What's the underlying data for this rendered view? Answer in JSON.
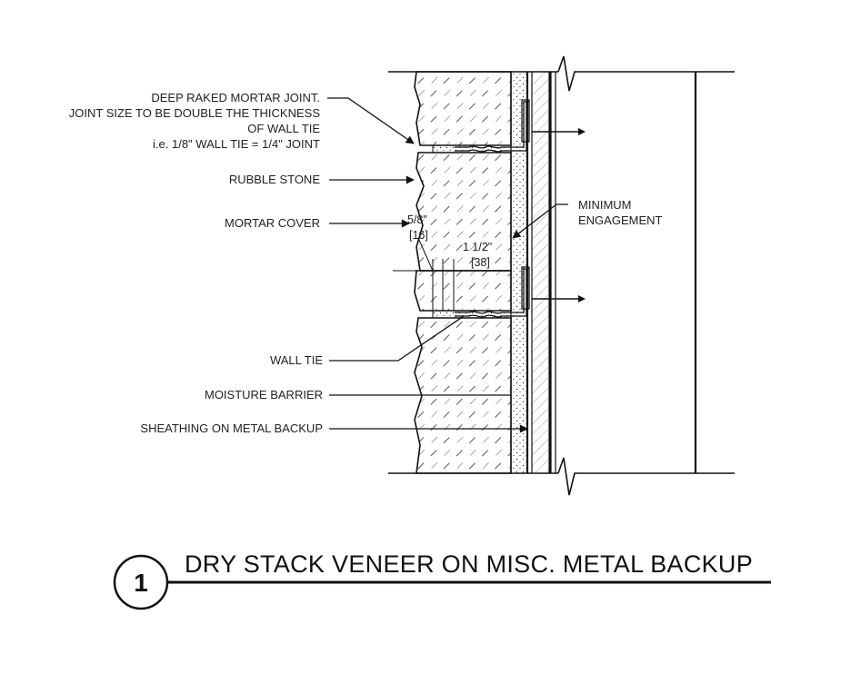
{
  "detail": {
    "number": "1",
    "title": "DRY STACK VENEER ON MISC. METAL BACKUP"
  },
  "callouts": {
    "deep_raked": [
      "DEEP RAKED MORTAR JOINT.",
      "JOINT SIZE TO BE DOUBLE THE THICKNESS",
      "OF WALL TIE",
      "i.e. 1/8\" WALL TIE = 1/4\" JOINT"
    ],
    "rubble_stone": "RUBBLE STONE",
    "mortar_cover": "MORTAR COVER",
    "minimum_engagement": [
      "MINIMUM",
      "ENGAGEMENT"
    ],
    "wall_tie": "WALL TIE",
    "moisture_barrier": "MOISTURE BARRIER",
    "sheathing": "SHEATHING ON METAL BACKUP"
  },
  "dimensions": {
    "cover": {
      "value": "5/8\"",
      "metric": "[16]"
    },
    "engagement": {
      "value": "1 1/2\"",
      "metric": "[38]"
    }
  },
  "colors": {
    "line": "#111111",
    "background": "#ffffff"
  }
}
